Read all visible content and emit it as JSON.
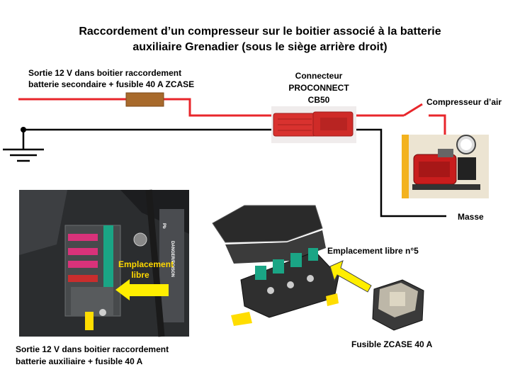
{
  "title": {
    "line1": "Raccordement d’un compresseur sur le boitier associé à la batterie",
    "line2": "auxiliaire Grenadier (sous le siège arrière droit)"
  },
  "labels": {
    "source_line1": "Sortie 12  V dans boitier raccordement",
    "source_line2": "batterie secondaire + fusible 40  A  ZCASE",
    "connector_line1": "Connecteur",
    "connector_line2": "PROCONNECT",
    "connector_line3": "CB50",
    "compressor": "Compresseur d’air",
    "ground": "Masse",
    "slot": "Emplacement libre n°5",
    "fuse": "Fusible ZCASE 40  A",
    "photo_caption_line1": "Sortie 12  V dans boitier raccordement",
    "photo_caption_line2": "batterie auxiliaire + fusible 40  A",
    "photo_callout_line1": "Emplacement",
    "photo_callout_line2": "libre",
    "warning_line1": "DANGER/POISON",
    "warning_line2": "Pb"
  },
  "colors": {
    "wire_positive": "#e8262b",
    "wire_ground": "#000000",
    "fuse": "#a86a2c",
    "connector": "#d9322f",
    "arrow_yellow": "#ffee00",
    "relay_green": "#1aa585"
  }
}
